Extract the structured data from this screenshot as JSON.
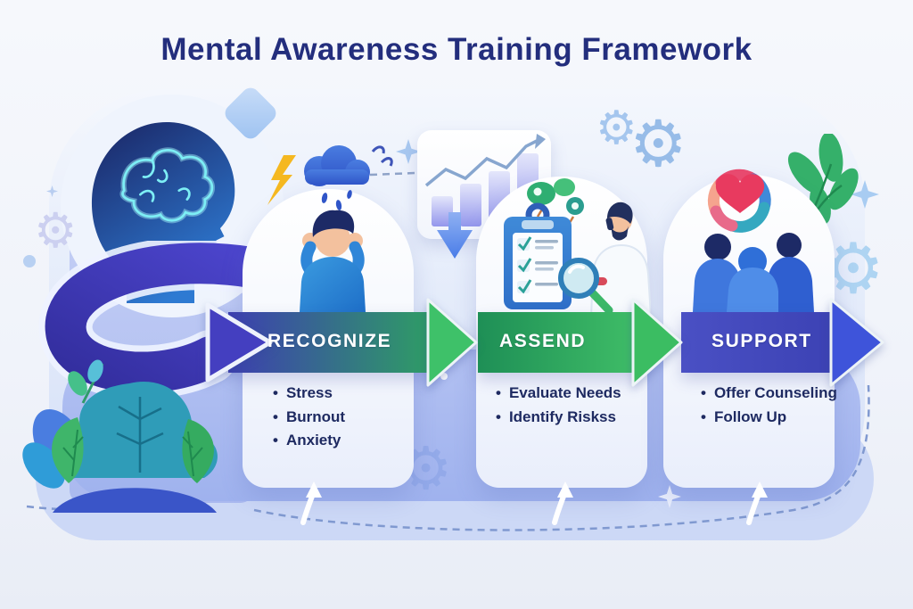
{
  "title": "Mental Awareness Training Framework",
  "bullet_char": "•",
  "stages": [
    {
      "id": "recognize",
      "label": "RECOGNIZE",
      "bullets": [
        "Stress",
        "Burnout",
        "Anxiety"
      ]
    },
    {
      "id": "assend",
      "label": "ASSEND",
      "bullets": [
        "Evaluate Needs",
        "Identify Riskss"
      ]
    },
    {
      "id": "support",
      "label": "SUPPORT",
      "bullets": [
        "Offer Counseling",
        "Follow Up"
      ]
    }
  ],
  "glyphs": {
    "gear": "⚙"
  },
  "icons": [
    "brain-head-illustration",
    "flow-swoosh-arrow",
    "rain-cloud-icon",
    "lightning-icon",
    "stressed-person-illustration",
    "growth-chart-icon",
    "down-arrow-icon",
    "speech-bubbles-icon",
    "checklist-clipboard-icon",
    "magnifier-icon",
    "counselor-illustration",
    "heart-lifebuoy-icon",
    "support-group-illustration",
    "plant-illustration",
    "leaves-icon",
    "gear-icon",
    "sparkle-icon",
    "diamond-icon",
    "dashed-loop-path",
    "up-arrow-icon"
  ],
  "colors": {
    "title": "#232e7d",
    "bullet_text": "#1e2a61",
    "band_recognize": [
      "#3d3fb0",
      "#2e9e64"
    ],
    "band_assend": [
      "#1e8f56",
      "#3fbd67"
    ],
    "band_support": [
      "#4a50c4",
      "#3c42b4"
    ],
    "arrowhead_green": "#3ec169",
    "arrowhead_blue": "#3e54da",
    "periwinkle": "#a9b9ef",
    "heart": "#e83a5f",
    "brain_glow": "#7deef5"
  }
}
